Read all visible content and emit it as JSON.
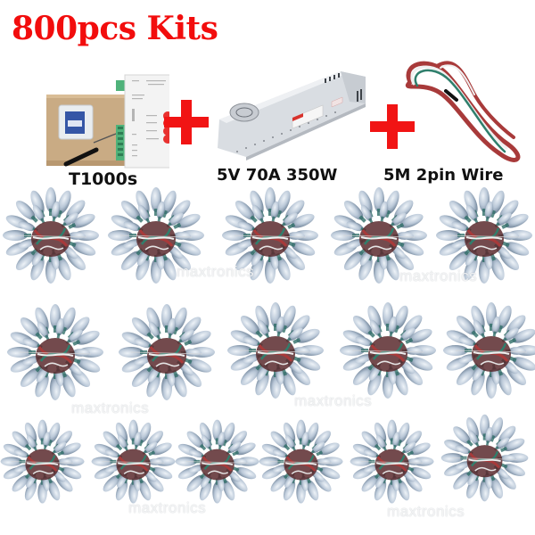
{
  "title": "800pcs Kits",
  "colors": {
    "title_red": "#f20d0d",
    "plus_red": "#f11414",
    "caption_text": "#111111",
    "led_body": "#b8c6d6",
    "led_core": "#2f6e68",
    "wire_red": "#a83a3a",
    "wire_white": "#f0f0f0",
    "wire_green": "#2f7f6c"
  },
  "products": [
    {
      "name": "controller",
      "label": "T1000s",
      "icon": "t1000s-controller-with-sd-card-and-screwdriver"
    },
    {
      "name": "power-supply",
      "label": "5V 70A 350W",
      "icon": "switching-power-supply"
    },
    {
      "name": "wire",
      "label": "5M 2pin Wire",
      "icon": "coiled-tricolor-wire"
    }
  ],
  "separators": [
    "plus-icon",
    "plus-icon"
  ],
  "led_grid": {
    "icon": "led-pixel-string-cluster",
    "rows": [
      {
        "count": 5
      },
      {
        "count": 5
      },
      {
        "count": 6
      }
    ],
    "total_clusters": 16
  },
  "watermarks": [
    "maxtronics",
    "maxtronics",
    "maxtronics",
    "maxtronics",
    "maxtronics",
    "maxtronics"
  ]
}
